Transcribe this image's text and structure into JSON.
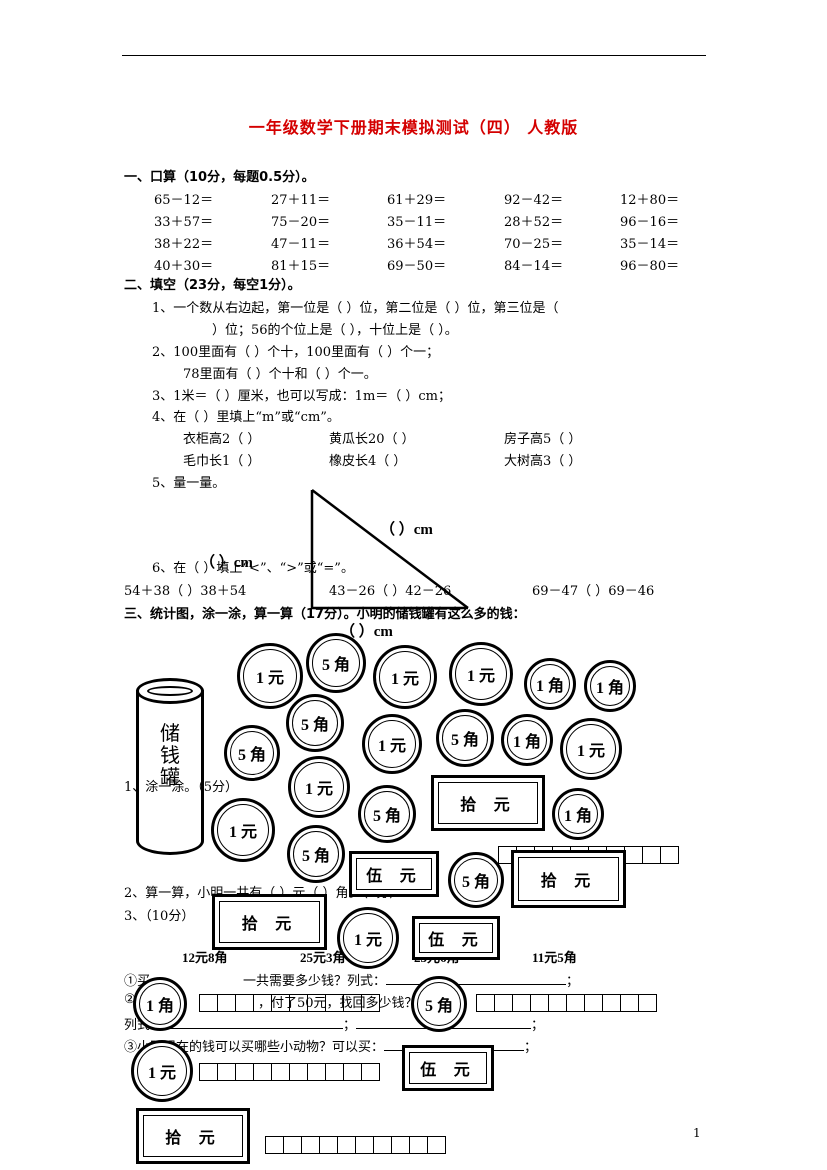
{
  "title": "一年级数学下册期末模拟测试（四）  人教版",
  "section1": {
    "heading": "一、口算（10分，每题0.5分）。",
    "rows": [
      [
        "65－12＝",
        "27＋11＝",
        "61＋29＝",
        "92－42＝",
        "12＋80＝"
      ],
      [
        "33＋57＝",
        "75－20＝",
        "35－11＝",
        "28＋52＝",
        "96－16＝"
      ],
      [
        "38＋22＝",
        "47－11＝",
        "36＋54＝",
        "70－25＝",
        "35－14＝"
      ],
      [
        "40＋30＝",
        "81＋15＝",
        "69－50＝",
        "84－14＝",
        "96－80＝"
      ]
    ]
  },
  "section2": {
    "heading": "二、填空（23分，每空1分）。",
    "q1_line1": "1、一个数从右边起，第一位是（          ）位，第二位是（       ）位，第三位是（",
    "q1_line2": "）位；56的个位上是（          ），十位上是（      ）。",
    "q2_line1": "2、100里面有（          ）个十，100里面有（          ）个一；",
    "q2_line2": "78里面有（          ）个十和（          ）个一。",
    "q3": "3、1米＝（          ）厘米，也可以写成：1m＝（          ）cm；",
    "q4": "4、在（ ）里填上“m”或“cm”。",
    "q4_items": [
      [
        "衣柜高2（     ）",
        "黄瓜长20（          ）",
        "房子高5（     ）"
      ],
      [
        "毛巾长1（     ）",
        "橡皮长4（          ）",
        "大树高3（     ）"
      ]
    ],
    "q5": "5、量一量。",
    "q5_unit_1": "（        ）cm",
    "q5_unit_2": "（  ）cm",
    "q5_unit_3": "（        ）cm",
    "q6": "6、在（     ）填上“<”、“>”或“=”。",
    "q6_items": [
      "54＋38（      ）38＋54",
      "43－26（      ）42－26",
      "69－47（      ）69－46"
    ]
  },
  "section3": {
    "heading": "三、统计图，涂一涂，算一算（17分）。小明的储钱罐有这么多的钱：",
    "jar_label": "储钱罐",
    "q1": "1、涂一涂。（5分）",
    "q2": "2、算一算，小明一共有（          ）元（          ）角。（2分）",
    "q3": "3、（10分）",
    "prices": [
      "12元8角",
      "25元3角",
      "23元6角",
      "11元5角"
    ],
    "l1_prefix": "①买",
    "l1_text": "一共需要多少钱？列式：",
    "l2_prefix": "②",
    "l2_text": "，付了50元，找回多少钱？",
    "l2_b": "列式：",
    "l3": "③小明现在的钱可以买哪些小动物？可以买："
  },
  "money": {
    "yuan1": "1 元",
    "jiao5": "5 角",
    "jiao1": "1 角",
    "shi": "拾 元",
    "wu": "伍 元"
  },
  "page_number": "1"
}
